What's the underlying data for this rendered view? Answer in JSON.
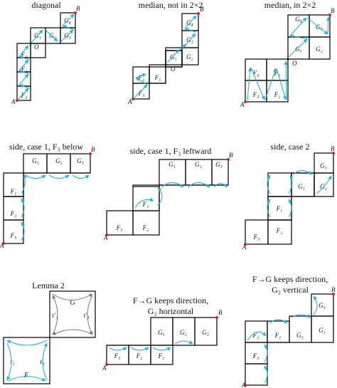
{
  "panels": [
    {
      "title": "diagonal",
      "cells": [
        "F₁",
        "F₂",
        "F₃",
        "G₁",
        "G₂",
        "G₃",
        "G₄"
      ],
      "points": [
        "A",
        "B",
        "O"
      ]
    },
    {
      "title": "median, not in 2×2",
      "cells": [
        "F₂",
        "F₁",
        "F₃",
        "G₁",
        "G₂",
        "G₃",
        "G₄"
      ],
      "points": [
        "A",
        "B",
        "O"
      ]
    },
    {
      "title": "median, in 2×2",
      "cells": [
        "F₄",
        "F₃",
        "F₁",
        "F₂",
        "G₁",
        "G₂",
        "G₃",
        "G₄"
      ],
      "points": [
        "A",
        "B",
        "O"
      ]
    },
    {
      "title": "side, case 1, F₃ below",
      "cells": [
        "F₁",
        "F₂",
        "F₃",
        "G₁",
        "G₂",
        "G₃"
      ],
      "points": [
        "A",
        "B"
      ]
    },
    {
      "title": "side, case 1, F₃ leftward",
      "cells": [
        "F₁",
        "F₂",
        "F₃",
        "G₁",
        "G₂",
        "G₃"
      ],
      "points": [
        "A",
        "B"
      ]
    },
    {
      "title": "side, case 2",
      "cells": [
        "F₁",
        "F₂",
        "F₃",
        "G₁",
        "G₂",
        "G₃"
      ],
      "points": [
        "A",
        "B"
      ]
    },
    {
      "title": "Lemma 2",
      "cells": [
        "G",
        "F",
        "τ₁",
        "τ₃",
        "τ′₁",
        "τ′₃"
      ],
      "points": []
    },
    {
      "title_lines": [
        "F→G keeps direction,",
        "G₂  horizontal"
      ],
      "cells": [
        "F₃",
        "F₂",
        "F₁",
        "G₁",
        "G₂",
        "G₃"
      ],
      "points": [
        "A",
        "B"
      ]
    },
    {
      "title_lines": [
        "F→G keeps direction,",
        "G₂ vertical"
      ],
      "cells": [
        "F₁",
        "F₂",
        "F₃",
        "G₁",
        "G₂",
        "G₃"
      ],
      "points": [
        "A",
        "B"
      ]
    }
  ]
}
